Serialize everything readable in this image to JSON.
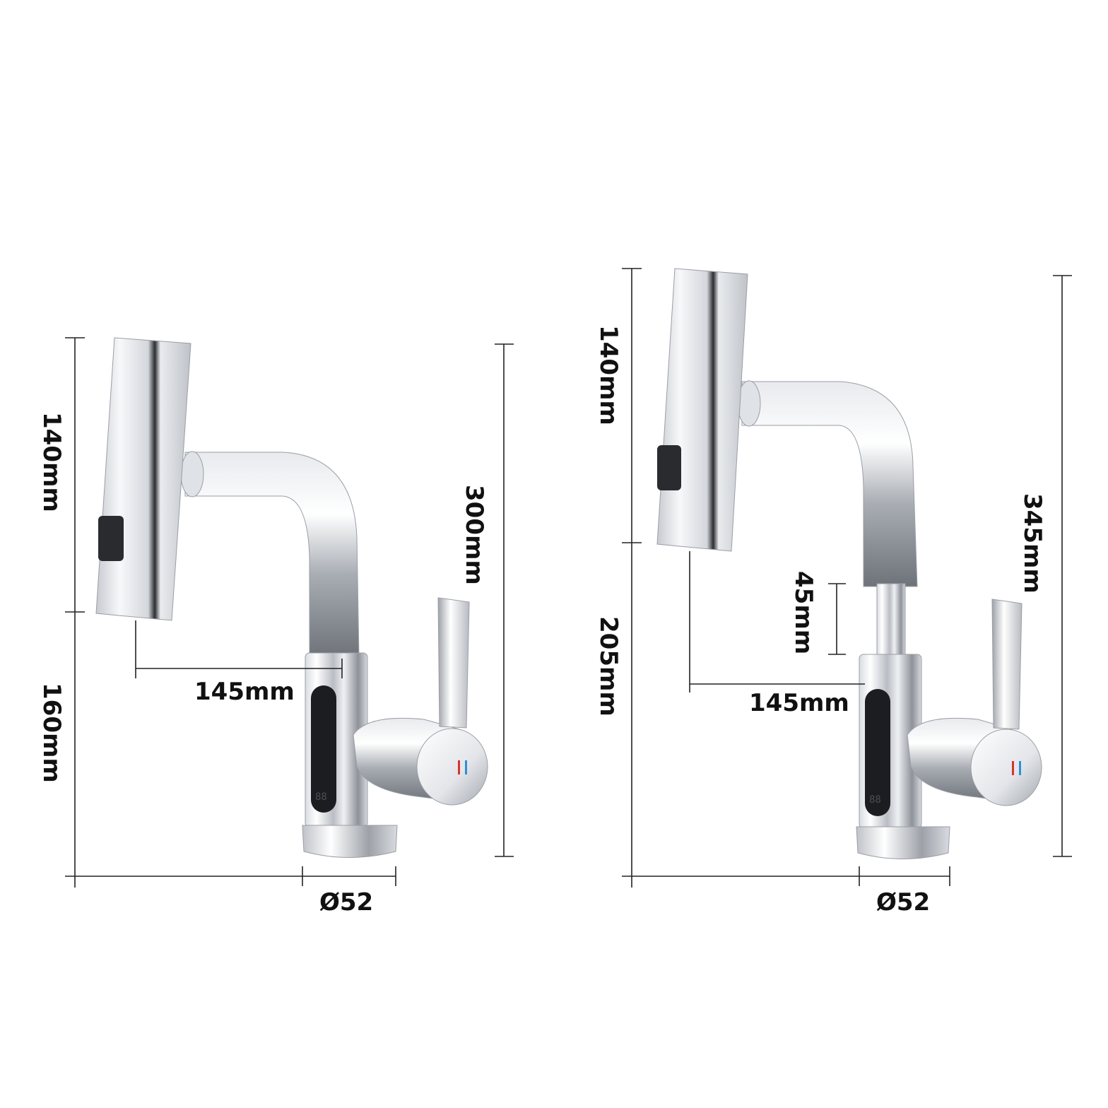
{
  "colors": {
    "background": "#ffffff",
    "chrome_light": "#f4f5f7",
    "chrome_mid": "#c9ccd2",
    "chrome_dark": "#4a4d53",
    "display_black": "#1c1d20",
    "button_dark": "#2a2b2e",
    "hot_red": "#d8322f",
    "cold_blue": "#2f8fd8",
    "dimension_line": "#222222"
  },
  "faucet_retracted": {
    "dims": {
      "head_height": "140mm",
      "spout_height": "160mm",
      "total_height": "300mm",
      "reach": "145mm",
      "base_diameter": "Ø52"
    }
  },
  "faucet_extended": {
    "dims": {
      "head_height": "140mm",
      "spout_height": "205mm",
      "total_height": "345mm",
      "lift": "45mm",
      "reach": "145mm",
      "base_diameter": "Ø52"
    }
  }
}
